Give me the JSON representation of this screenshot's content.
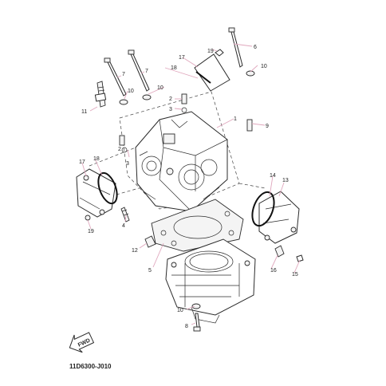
{
  "catalog_code": "11D6300-J010",
  "fwd_label": "FWD",
  "callouts": [
    "1",
    "2",
    "3",
    "4",
    "5",
    "6",
    "7",
    "8",
    "9",
    "10",
    "11",
    "12",
    "13",
    "14",
    "15",
    "16",
    "17",
    "18",
    "19"
  ],
  "part_numbers": {
    "p1": "1",
    "p2": "2",
    "p3": "3",
    "p4": "4",
    "p5": "5",
    "p6": "6",
    "p7": "7",
    "p8": "8",
    "p9": "9",
    "p10": "10",
    "p11": "11",
    "p12": "12",
    "p13": "13",
    "p14": "14",
    "p15": "15",
    "p16": "16",
    "p17": "17",
    "p18": "18",
    "p19": "19"
  }
}
